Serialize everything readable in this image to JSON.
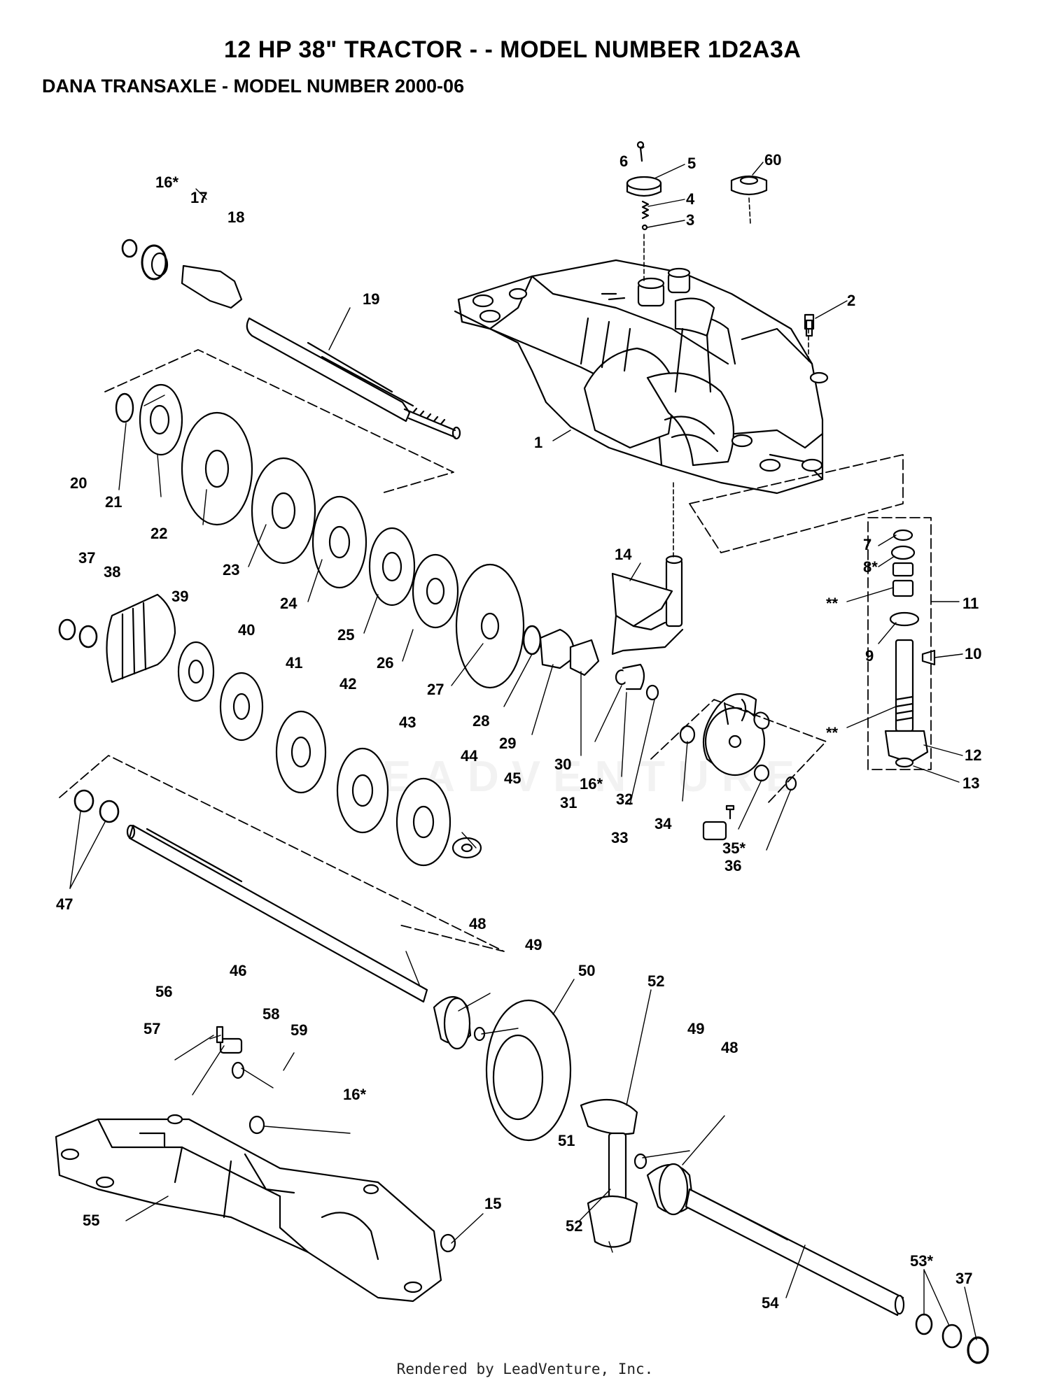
{
  "title": "12 HP 38\" TRACTOR - - MODEL NUMBER 1D2A3A",
  "subtitle": "DANA TRANSAXLE - MODEL NUMBER 2000-06",
  "footer": "Rendered by LeadVenture, Inc.",
  "watermark": "LEADVENTURE",
  "callouts": [
    "1",
    "2",
    "3",
    "4",
    "5",
    "6",
    "60",
    "7",
    "8*",
    "**",
    "9",
    "10",
    "11",
    "**",
    "12",
    "13",
    "14",
    "15",
    "16*",
    "17",
    "18",
    "19",
    "20",
    "21",
    "22",
    "23",
    "24",
    "25",
    "26",
    "27",
    "28",
    "29",
    "30",
    "16*",
    "31",
    "32",
    "33",
    "34",
    "35*",
    "36",
    "37",
    "38",
    "39",
    "40",
    "41",
    "42",
    "43",
    "44",
    "45",
    "46",
    "47",
    "48",
    "49",
    "50",
    "52",
    "56",
    "57",
    "58",
    "59",
    "16*",
    "49",
    "48",
    "51",
    "52",
    "53*",
    "37",
    "54",
    "55"
  ]
}
